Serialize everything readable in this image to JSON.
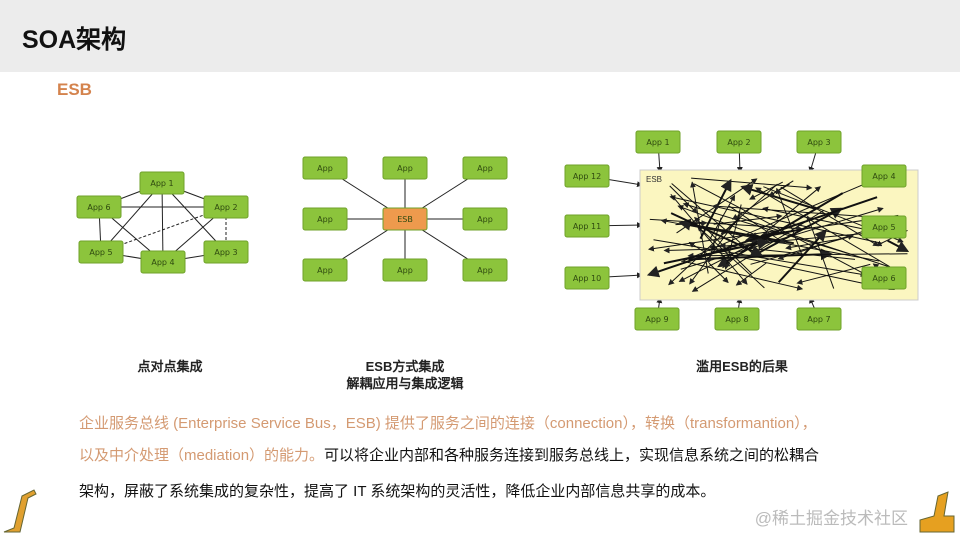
{
  "header": {
    "title": "SOA架构"
  },
  "section": "ESB",
  "diagrams": {
    "p2p": {
      "apps": [
        "App 1",
        "App 6",
        "App 2",
        "App 5",
        "App 4",
        "App 3"
      ],
      "caption": "点对点集成"
    },
    "esb": {
      "app_label": "App",
      "hub": "ESB",
      "caption_line1": "ESB方式集成",
      "caption_line2": "解耦应用与集成逻辑"
    },
    "abuse": {
      "bus": "ESB",
      "apps": [
        "App 1",
        "App 2",
        "App 3",
        "App 4",
        "App 5",
        "App 6",
        "App 7",
        "App 8",
        "App 9",
        "App 10",
        "App 11",
        "App 12"
      ],
      "caption": "滥用ESB的后果"
    }
  },
  "paragraph": {
    "line1": "企业服务总线 (Enterprise Service Bus，ESB) 提供了服务之间的连接（connection），转换（transformantion），",
    "line2_orange": "以及中介处理（mediation）的能力。",
    "line2_rest": "可以将企业内部和各种服务连接到服务总线上，实现信息系统之间的松耦合",
    "line3": "架构，屏蔽了系统集成的复杂性，提高了 IT 系统架构的灵活性，降低企业内部信息共享的成本。"
  },
  "watermark": "@稀土掘金技术社区",
  "colors": {
    "accent": "#d4834d",
    "app": "#8cc43c",
    "esb": "#ee9a4d",
    "bus": "#fbf6c0"
  }
}
